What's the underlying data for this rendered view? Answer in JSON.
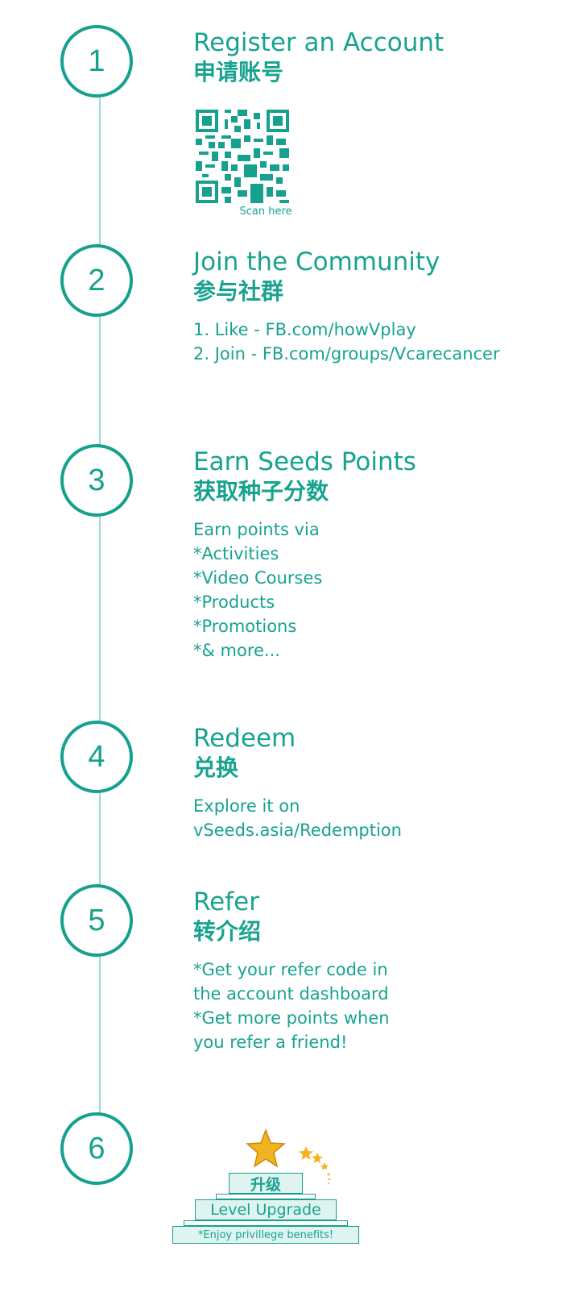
{
  "steps": [
    {
      "number": "1",
      "title_en": "Register an Account",
      "title_cn": "申请账号",
      "qr_caption": "Scan here"
    },
    {
      "number": "2",
      "title_en": "Join the Community",
      "title_cn": "参与社群",
      "body": "1. Like - FB.com/howVplay\n2. Join - FB.com/groups/Vcarecancer"
    },
    {
      "number": "3",
      "title_en": "Earn Seeds Points",
      "title_cn": "获取种子分数",
      "body": "Earn points via\n*Activities\n*Video Courses\n*Products\n*Promotions\n*& more..."
    },
    {
      "number": "4",
      "title_en": "Redeem",
      "title_cn": "兑换",
      "body": "Explore it on\nvSeeds.asia/Redemption"
    },
    {
      "number": "5",
      "title_en": "Refer",
      "title_cn": "转介绍",
      "body": "*Get your refer code in\nthe account dashboard\n*Get more points when\nyou refer a friend!"
    },
    {
      "number": "6",
      "level_cn": "升级",
      "level_en": "Level Upgrade",
      "level_note": "*Enjoy privillege benefits!"
    }
  ],
  "colors": {
    "accent": "#16a08e",
    "line": "#9bdad1",
    "star": "#f2b321",
    "box_fill": "#dff4f0"
  },
  "icons": [
    "qr-code-icon",
    "star-icon"
  ]
}
